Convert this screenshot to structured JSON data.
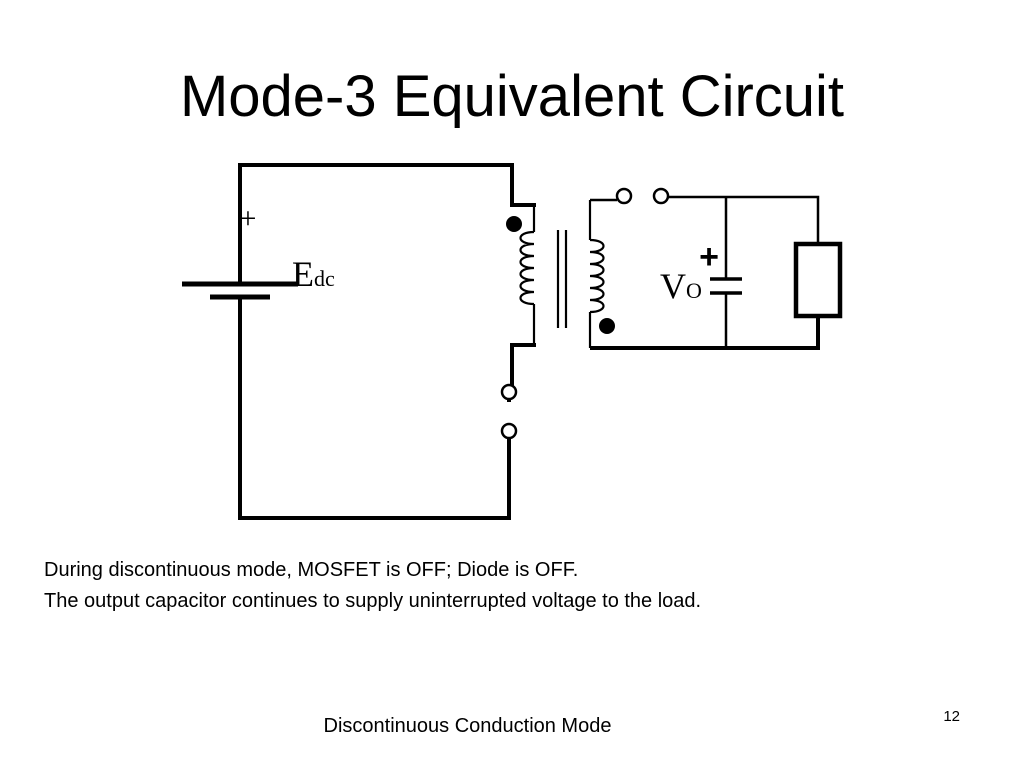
{
  "slide": {
    "title": "Mode-3 Equivalent Circuit",
    "footer": "Discontinuous Conduction Mode",
    "page_number": "12"
  },
  "circuit": {
    "battery_plus": "+",
    "source_label_main": "E",
    "source_label_sub": "dc",
    "output_plus": "+",
    "output_label_main": "V",
    "output_label_sub": "O"
  },
  "text": {
    "lines": [
      "During discontinuous mode, MOSFET is OFF; Diode is OFF.",
      "The output capacitor continues to supply uninterrupted voltage to the load."
    ]
  }
}
